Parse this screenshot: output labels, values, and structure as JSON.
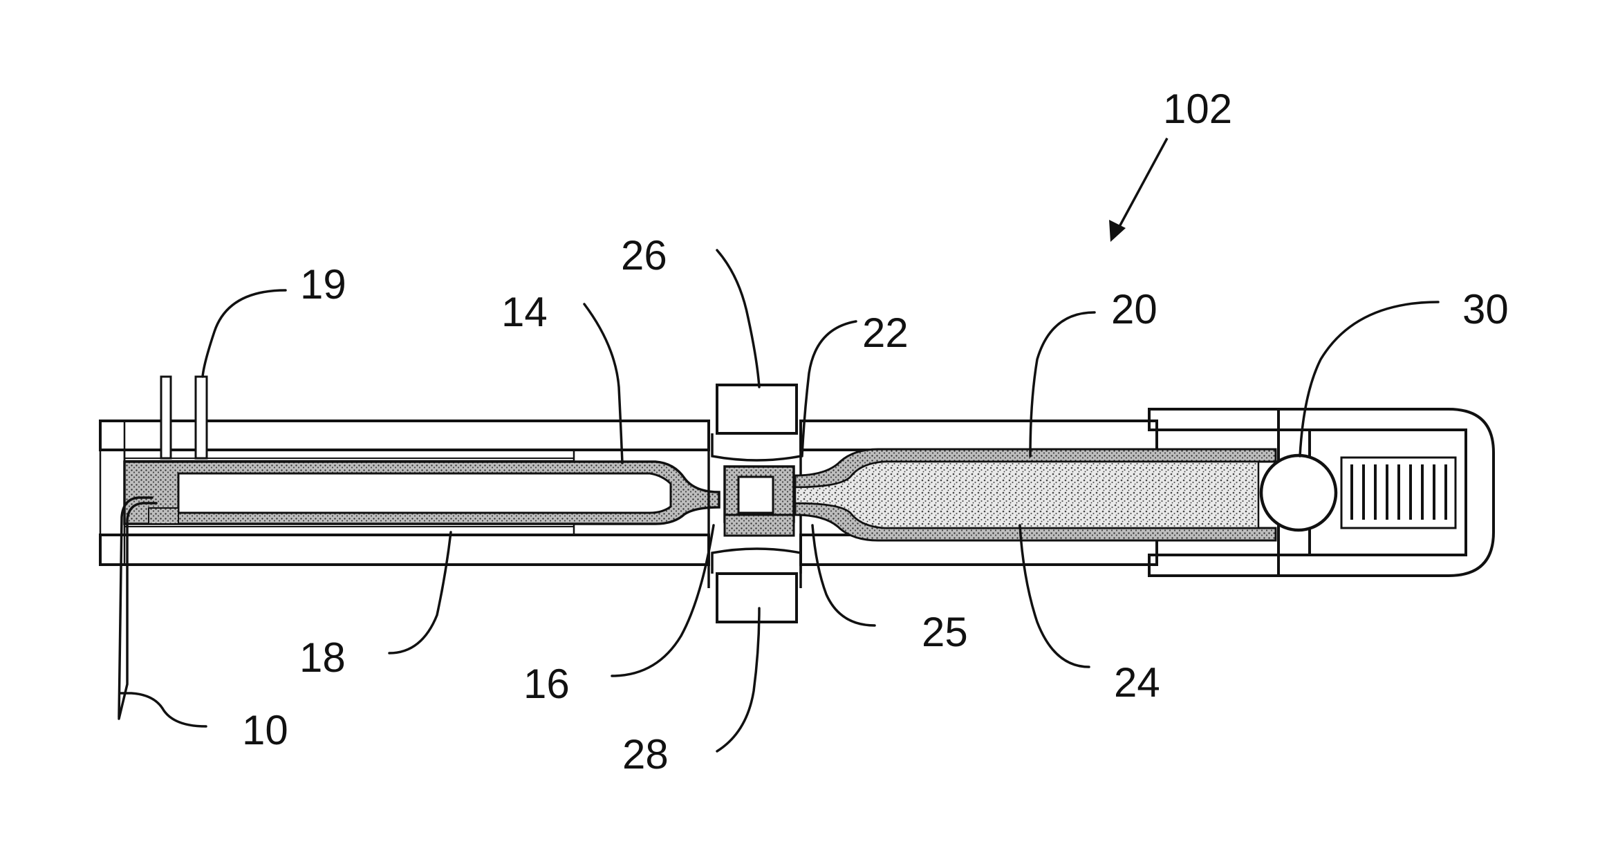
{
  "figure": {
    "reference_numerals": {
      "device": "102",
      "needle": "10",
      "first_chamber": "14",
      "neck": "16",
      "sleeve": "18",
      "ports": "19",
      "second_chamber": "20",
      "valve_seat": "22",
      "content": "24",
      "passage": "25",
      "upper_ring": "26",
      "lower_ring": "28",
      "ball": "30"
    }
  }
}
